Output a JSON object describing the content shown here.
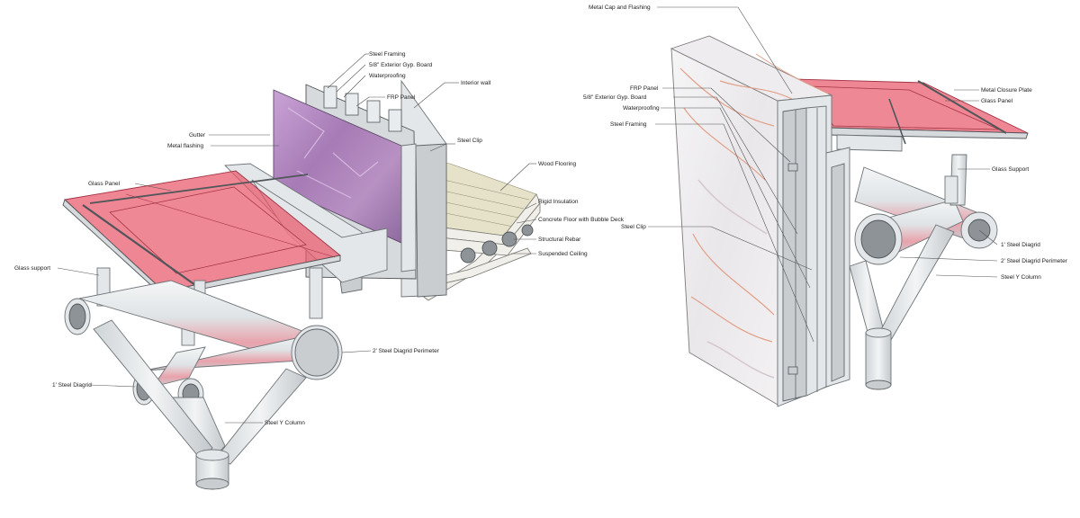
{
  "left_detail": {
    "labels": {
      "steel_framing": "Steel Framing",
      "ext_gyp_board": "5/8\" Exterior Gyp. Board",
      "waterproofing": "Waterproofing",
      "frp_panel": "FRP Panel",
      "interior_wall": "Interior wall",
      "gutter": "Gutter",
      "metal_flashing": "Metal flashing",
      "steel_clip": "Steel Clip",
      "wood_flooring": "Wood Flooring",
      "glass_panel": "Glass Panel",
      "rigid_insulation": "Rigid Insulation",
      "concrete_floor": "Concrete Floor with Bubble Deck",
      "structural_rebar": "Structural Rebar",
      "suspended_ceiling": "Suspended Ceiling",
      "glass_support": "Glass support",
      "diagrid_perimeter": "2' Steel Diagrid Perimeter",
      "diagrid": "1' Steel Diagrid",
      "y_column": "Steel Y Column"
    }
  },
  "right_detail": {
    "labels": {
      "metal_cap": "Metal Cap and Flashing",
      "frp_panel": "FRP Panel",
      "ext_gyp_board": "5/8\" Exterior Gyp. Board",
      "waterproofing": "Waterproofing",
      "steel_framing": "Steel Framing",
      "metal_closure": "Metal Closure Plate",
      "glass_panel": "Glass Panel",
      "glass_support": "Glass Support",
      "steel_clip": "Steel Clip",
      "diagrid": "1' Steel Diagrid",
      "diagrid_perimeter": "2' Steel Diagrid Perimeter",
      "y_column": "Steel Y Column"
    }
  },
  "colors": {
    "glass": "#e8576a",
    "steel": "#e4e7e9",
    "frp_purple": "#b58ac2",
    "marble": "#f2f0f1",
    "marble_vein": "#e1a088"
  }
}
